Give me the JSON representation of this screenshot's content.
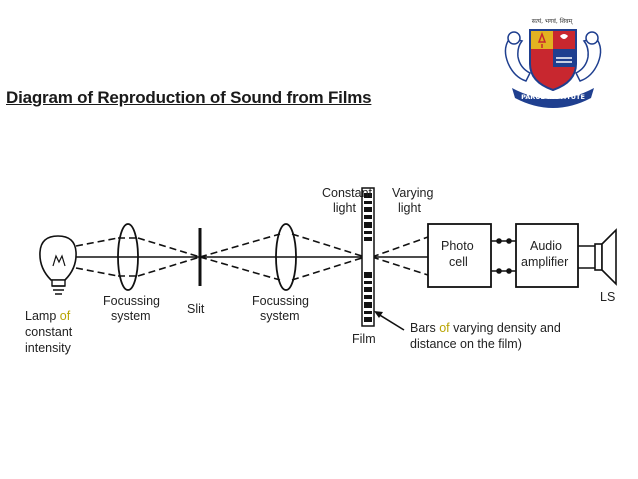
{
  "title": "Diagram of Reproduction of Sound from Films",
  "logo": {
    "motto": "सत्यं, भगवं, शिवम्",
    "name": "PARUL INSTITUTE"
  },
  "diagram": {
    "lamp_label": [
      "Lamp",
      "of",
      "constant",
      "intensity"
    ],
    "focussing1": [
      "Focussing",
      "system"
    ],
    "slit": "Slit",
    "focussing2": [
      "Focussing",
      "system"
    ],
    "constant_light": [
      "Constant",
      "light"
    ],
    "varying_light": [
      "Varying",
      "light"
    ],
    "film": "Film",
    "photo_cell": [
      "Photo",
      "cell"
    ],
    "audio_amplifier": [
      "Audio",
      "amplifier"
    ],
    "ls": "LS",
    "bars_note": [
      "Bars",
      "of",
      "varying density and",
      "distance on the film)"
    ]
  },
  "colors": {
    "highlight": "#b8a400",
    "logo_blue": "#1f3f8f",
    "logo_red": "#c8272f",
    "logo_gold": "#e2b321"
  }
}
